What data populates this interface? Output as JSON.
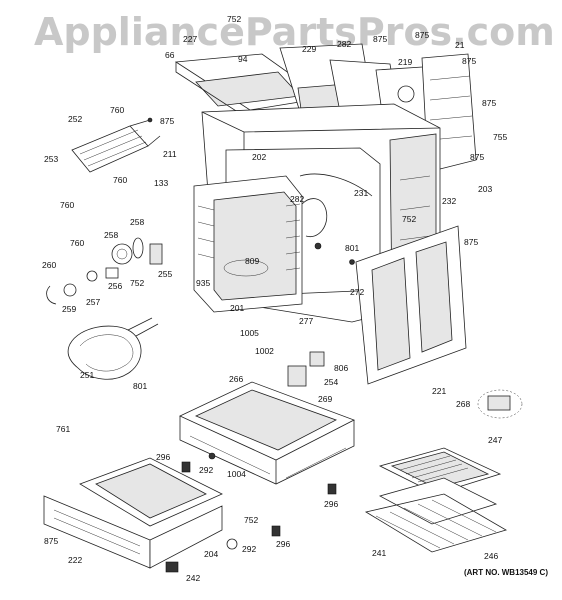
{
  "watermark": "AppliancePartsPros.com",
  "art_number": "(ART NO. WB13549 C)",
  "part_labels": [
    {
      "key": "p752a",
      "text": "752"
    },
    {
      "key": "p227",
      "text": "227"
    },
    {
      "key": "p66",
      "text": "66"
    },
    {
      "key": "p94",
      "text": "94"
    },
    {
      "key": "p229",
      "text": "229"
    },
    {
      "key": "p282a",
      "text": "282"
    },
    {
      "key": "p875a",
      "text": "875"
    },
    {
      "key": "p875b",
      "text": "875"
    },
    {
      "key": "p219",
      "text": "219"
    },
    {
      "key": "p21",
      "text": "21"
    },
    {
      "key": "p875c",
      "text": "875"
    },
    {
      "key": "p875d",
      "text": "875"
    },
    {
      "key": "p875e",
      "text": "875"
    },
    {
      "key": "p755",
      "text": "755"
    },
    {
      "key": "p760a",
      "text": "760"
    },
    {
      "key": "p252",
      "text": "252"
    },
    {
      "key": "p875f",
      "text": "875"
    },
    {
      "key": "p211",
      "text": "211"
    },
    {
      "key": "p253",
      "text": "253"
    },
    {
      "key": "p760b",
      "text": "760"
    },
    {
      "key": "p760c",
      "text": "760"
    },
    {
      "key": "p133",
      "text": "133"
    },
    {
      "key": "p202",
      "text": "202"
    },
    {
      "key": "p231",
      "text": "231"
    },
    {
      "key": "p203",
      "text": "203"
    },
    {
      "key": "p232",
      "text": "232"
    },
    {
      "key": "p752b",
      "text": "752"
    },
    {
      "key": "p875g",
      "text": "875"
    },
    {
      "key": "p282b",
      "text": "282"
    },
    {
      "key": "p801a",
      "text": "801"
    },
    {
      "key": "p258a",
      "text": "258"
    },
    {
      "key": "p258b",
      "text": "258"
    },
    {
      "key": "p760d",
      "text": "760"
    },
    {
      "key": "p809",
      "text": "809"
    },
    {
      "key": "p260",
      "text": "260"
    },
    {
      "key": "p255",
      "text": "255"
    },
    {
      "key": "p752c",
      "text": "752"
    },
    {
      "key": "p256",
      "text": "256"
    },
    {
      "key": "p257",
      "text": "257"
    },
    {
      "key": "p259",
      "text": "259"
    },
    {
      "key": "p935",
      "text": "935"
    },
    {
      "key": "p201",
      "text": "201"
    },
    {
      "key": "p272",
      "text": "272"
    },
    {
      "key": "p277",
      "text": "277"
    },
    {
      "key": "p1005",
      "text": "1005"
    },
    {
      "key": "p1002",
      "text": "1002"
    },
    {
      "key": "p806",
      "text": "806"
    },
    {
      "key": "p251",
      "text": "251"
    },
    {
      "key": "p801b",
      "text": "801"
    },
    {
      "key": "p254",
      "text": "254"
    },
    {
      "key": "p266",
      "text": "266"
    },
    {
      "key": "p269",
      "text": "269"
    },
    {
      "key": "p221",
      "text": "221"
    },
    {
      "key": "p268",
      "text": "268"
    },
    {
      "key": "p761",
      "text": "761"
    },
    {
      "key": "p247",
      "text": "247"
    },
    {
      "key": "p296a",
      "text": "296"
    },
    {
      "key": "p292a",
      "text": "292"
    },
    {
      "key": "p1004",
      "text": "1004"
    },
    {
      "key": "p296b",
      "text": "296"
    },
    {
      "key": "p752d",
      "text": "752"
    },
    {
      "key": "p875h",
      "text": "875"
    },
    {
      "key": "p222",
      "text": "222"
    },
    {
      "key": "p204",
      "text": "204"
    },
    {
      "key": "p292b",
      "text": "292"
    },
    {
      "key": "p296c",
      "text": "296"
    },
    {
      "key": "p241",
      "text": "241"
    },
    {
      "key": "p246",
      "text": "246"
    },
    {
      "key": "p242",
      "text": "242"
    }
  ]
}
